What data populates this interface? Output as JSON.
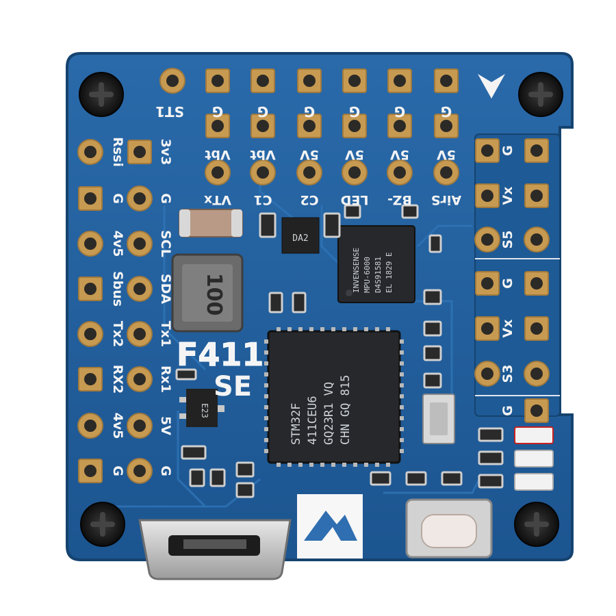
{
  "board": {
    "model": "F411",
    "variant": "SE",
    "inductor_code": "100",
    "regulator_code": "E23",
    "small_ic_code": "DA2",
    "colors": {
      "pcb": "#1f5d9a",
      "pcb_edge": "#17497c",
      "copper": "#c79a52",
      "chip": "#26282c",
      "silk": "#f4f4f4"
    }
  },
  "mcu": {
    "lines": [
      "STM32F",
      "411CEU6",
      "GQ23R1 VQ",
      "CHN GQ 815"
    ]
  },
  "imu": {
    "lines": [
      "INVENSENSE",
      "MPU-6000",
      "D4S91581",
      "EL 1829 E"
    ]
  },
  "pads": {
    "top_row": [
      "ST1",
      "G",
      "G",
      "G",
      "G",
      "G",
      "G"
    ],
    "second_row": [
      "Vbt",
      "Vbt",
      "5V",
      "5V",
      "5V",
      "5V"
    ],
    "third_row": [
      "VTx",
      "C1",
      "C2",
      "LED",
      "BZ-",
      "AirS"
    ],
    "left_outer": [
      "Rssi",
      "G",
      "4v5",
      "Sbus",
      "Tx2",
      "RX2",
      "4v5",
      "G"
    ],
    "left_inner": [
      "3v3",
      "G",
      "SCL",
      "SDA",
      "Tx1",
      "Rx1",
      "5V",
      "G"
    ],
    "right": [
      "G",
      "Vx",
      "S5",
      "G",
      "Vx",
      "S3",
      "G"
    ]
  },
  "icons": [
    "arrow-direction-icon",
    "mountain-logo-icon",
    "mounting-screw-icon"
  ]
}
